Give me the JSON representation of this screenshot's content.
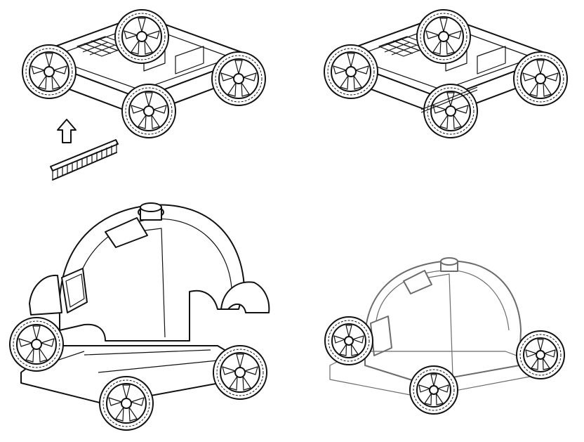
{
  "figure": {
    "panels": [
      {
        "id": "panel-1",
        "content": "chassis-with-brush-insertion"
      },
      {
        "id": "panel-2",
        "content": "chassis-brush-installed"
      },
      {
        "id": "panel-3",
        "content": "cover-alignment"
      },
      {
        "id": "panel-4",
        "content": "assembled-robot"
      }
    ]
  },
  "icons": {
    "arrow": "up-arrow-icon",
    "brush": "brush-strip-icon",
    "wheel": "wheel-icon",
    "handle": "handle-icon"
  },
  "colors": {
    "line": "#111111",
    "line_faded": "#6b6b6b",
    "background": "#ffffff"
  }
}
